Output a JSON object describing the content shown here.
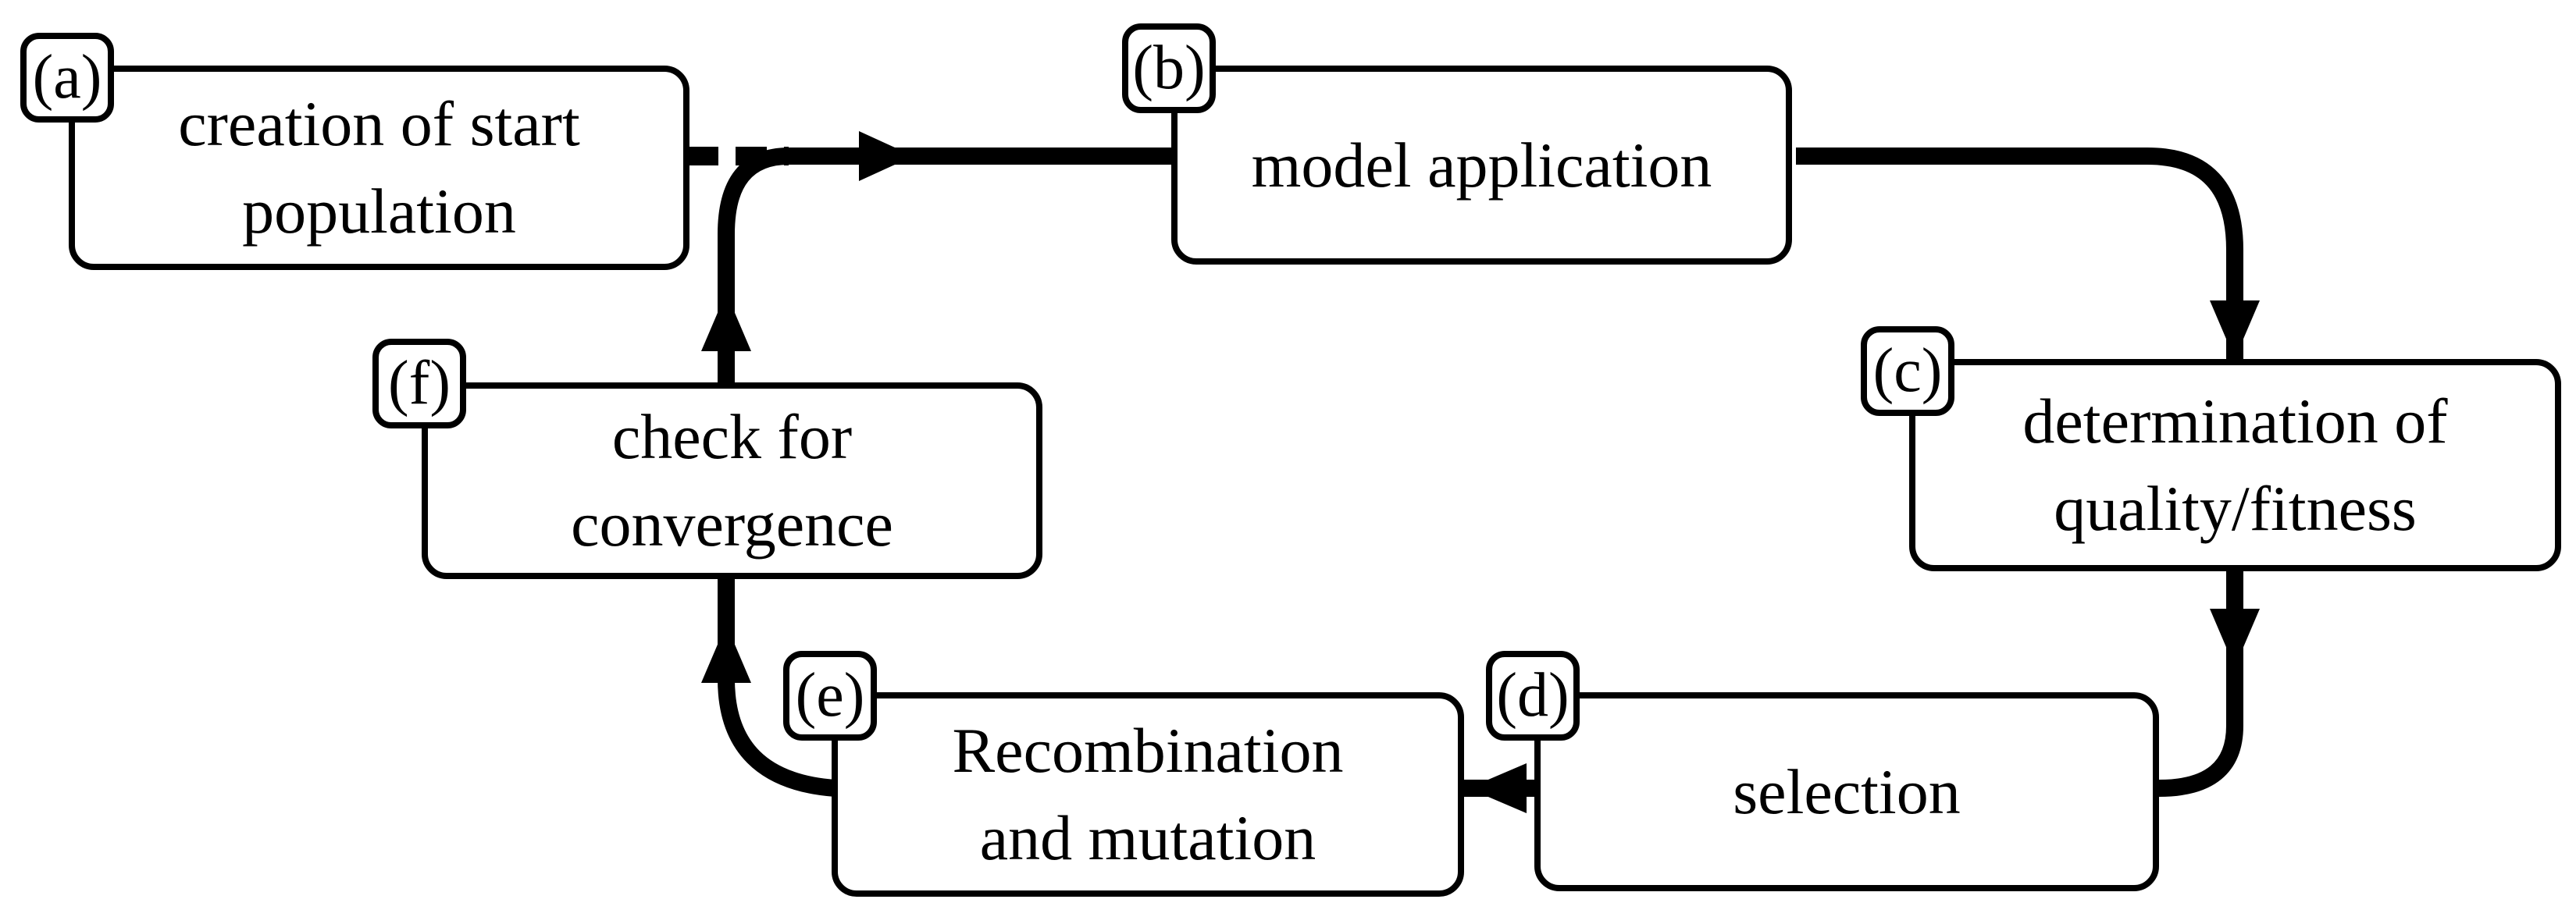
{
  "steps": [
    {
      "tag": "(a)",
      "label": "creation of start\npopulation"
    },
    {
      "tag": "(b)",
      "label": "model application"
    },
    {
      "tag": "(c)",
      "label": "determination of\nquality/fitness"
    },
    {
      "tag": "(d)",
      "label": "selection"
    },
    {
      "tag": "(e)",
      "label": "Recombination\nand mutation"
    },
    {
      "tag": "(f)",
      "label": "check for\nconvergence"
    }
  ],
  "colors": {
    "stroke": "#000000",
    "fill": "#ffffff"
  }
}
